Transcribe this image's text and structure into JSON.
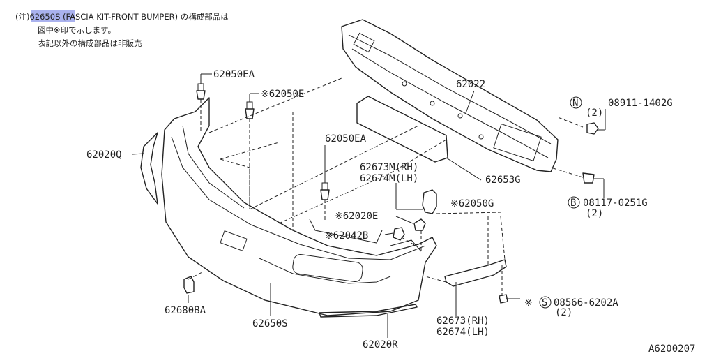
{
  "note": {
    "prefix": "(注)",
    "part": "62650",
    "line1_rest": "S (FASCIA KIT-FRONT BUMPER) の構成部品は",
    "line2": "図中※印で示します。",
    "line3": "表記以外の構成部品は非販売"
  },
  "parts": {
    "p62050EA_top": "62050EA",
    "p62050E": "※62050E",
    "p62022": "62022",
    "p08911_main": "08911-1402G",
    "p08911_qty": "(2)",
    "p08911_sym": "N",
    "p62020Q": "62020Q",
    "p62050EA_mid": "62050EA",
    "p62673M": "62673M(RH)",
    "p62674M": "62674M(LH)",
    "p62653G": "62653G",
    "p62050G": "※62050G",
    "p08117_main": "08117-0251G",
    "p08117_qty": "(2)",
    "p08117_sym": "B",
    "p62020E": "※62020E",
    "p62042B": "※62042B",
    "p62680BA": "62680BA",
    "p62650S": "62650S",
    "p62020R": "62020R",
    "p62673": "62673(RH)",
    "p62674": "62674(LH)",
    "p08566_star": "※",
    "p08566_sym": "S",
    "p08566_main": "08566-6202A",
    "p08566_qty": "(2)"
  },
  "figure_code": "A6200207"
}
